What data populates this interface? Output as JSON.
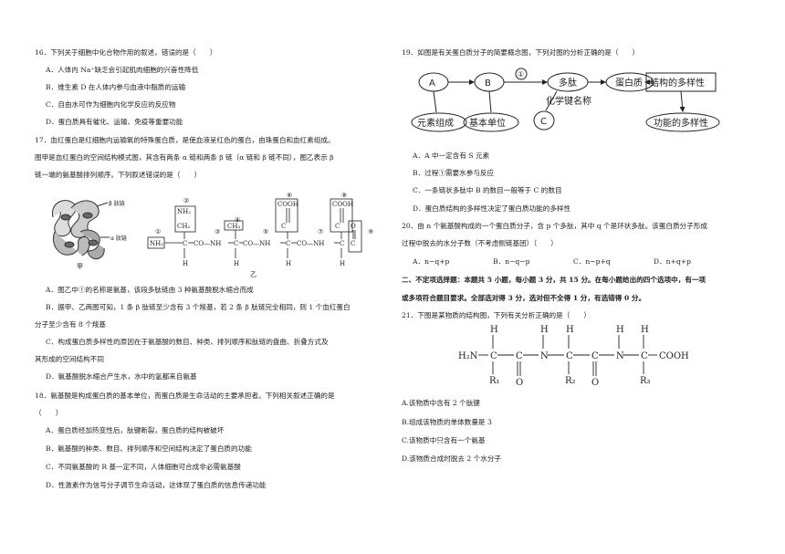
{
  "q16": {
    "stem": "16．下列关于细胞中化合物作用的叙述，错误的是（　　）",
    "options": [
      "A．人体内 Na⁺缺乏会引起肌肉细胞的兴奋性降低",
      "B．维生素 D 在人体内参与血液中脂质的运输",
      "C．自由水可作为细胞内化学反应的反应物",
      "D．蛋白质具有催化、运输、免疫等重要功能"
    ]
  },
  "q17": {
    "stem_lines": [
      "17．血红蛋白是红细胞内运输氧的特殊蛋白质，是使血液呈红色的蛋白，由珠蛋白和血红素组成。",
      "图甲是血红蛋白的空间结构模式图，其含有两条 α 链和两条 β 链（α 链和 β 链不同），图乙表示 β",
      "链一端的氨基酸排列顺序。下列叙述错误的是（　　）"
    ],
    "fig_jia": {
      "caption": "甲",
      "label_beta": "β 肽链",
      "label_alpha": "α 肽链"
    },
    "fig_yi": {
      "caption": "乙",
      "nums": [
        "①",
        "②",
        "③",
        "④",
        "⑤",
        "⑥",
        "⑦",
        "⑧",
        "⑨"
      ],
      "nh2": "NH₂",
      "ch2": "CH₂",
      "ch3": "CH₃",
      "cooh": "COOH",
      "conh": "CO—NH",
      "h": "H",
      "c": "C",
      "o": "O"
    },
    "options": [
      "A．图乙中①的名称是氨基，该段多肽链由 3 种氨基酸脱水缩合而成",
      "B．据甲、乙两图可知，1 条 β 肽链至少含有 3 个羧基，若 2 条 β 肽链完全相同，则 1 个血红蛋白",
      "分子至少含有 8 个羧基",
      "C．构成蛋白质多样性的原因在于氨基酸的数目、种类、排列顺序和肽链的盘曲、折叠方式及",
      "其形成的空间结构不同",
      "D．氨基酸脱水缩合产生水，水中的氢都来自氨基"
    ]
  },
  "q18": {
    "stem_lines": [
      "18．氨基酸是构成蛋白质的基本单位，而蛋白质是生命活动的主要承担者。下列相关叙述正确的是",
      "（　　）"
    ],
    "options": [
      "A．蛋白质经加热变性后，肽键断裂，蛋白质的结构被破坏",
      "B．氨基酸的种类、数目、排列顺序和空间结构决定了蛋白质的功能",
      "C．不同氨基酸的 R 基一定不同，人体细胞可合成非必需氨基酸",
      "D．性激素作为信号分子调节生命活动，这体现了蛋白质的信息传递功能"
    ]
  },
  "q19": {
    "stem": "19．如图是有关蛋白质分子的简要概念图，下列对图的分析正确的是（　　）",
    "diagram": {
      "a": "A",
      "b": "B",
      "c": "C",
      "circle1": "①",
      "peptide": "多肽",
      "protein": "蛋白质",
      "structure": "结构的多样性",
      "element": "元素组成",
      "unit": "基本单位",
      "bond": "化学键名称",
      "function": "功能的多样性"
    },
    "options": [
      "A．A 中一定含有 S 元素",
      "B．过程①需要水参与反应",
      "C．一条链状多肽中 B 的数目一般等于 C 的数目",
      "D．蛋白质结构的多样性决定了蛋白质功能的多样性"
    ]
  },
  "q20": {
    "stem_lines": [
      "20．由 n 个氨基酸构成的一个蛋白质分子，含 p 个多肽，其中 q 个是环状多肽。该蛋白质分子形成",
      "过程中脱去的水分子数（不考虑侧链基团）（　　）"
    ],
    "options": [
      "A．n−q+p",
      "B．n−q−p",
      "C．n−p+q",
      "D．n+q+p"
    ]
  },
  "section2": {
    "lines": [
      "二、不定项选择题：本题共 5 小题，每小题 3 分，共 15 分。在每小题给出的四个选项中，有一项",
      "或多项符合题目要求。全部选对得 3 分，选对但不全得 1 分，有选错得 0 分。"
    ]
  },
  "q21": {
    "stem": "21．下图是某物质的结构图，下列有关分析正确的是（　　）",
    "formula": {
      "h2n": "H₂N",
      "n": "N",
      "c": "C",
      "h": "H",
      "o": "O",
      "cooh": "COOH",
      "r1": "R₁",
      "r2": "R₂",
      "r3": "R₃"
    },
    "options": [
      "A.该物质中含有 2 个肽键",
      "B.组成该物质的单体数量是 3",
      "C.该物质中只含有一个氨基",
      "D.该物质合成时脱去 2 个水分子"
    ]
  }
}
